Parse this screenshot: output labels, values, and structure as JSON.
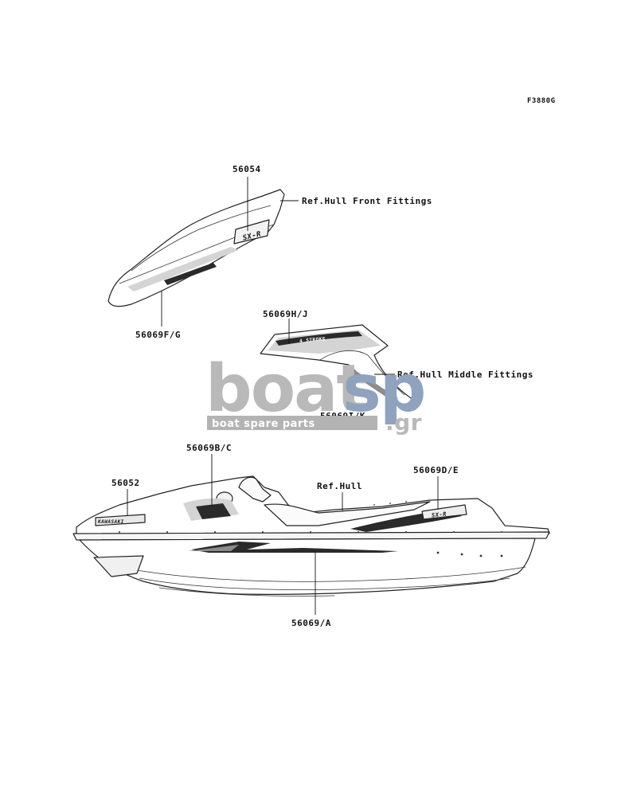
{
  "diagram_code": "F3880G",
  "labels": {
    "p56054": "56054",
    "ref_front": "Ref.Hull Front Fittings",
    "p56069fg": "56069F/G",
    "p56069hj": "56069H/J",
    "ref_middle": "Ref.Hull Middle Fittings",
    "p56069ik": "56069I/K",
    "p56069bc": "56069B/C",
    "p56052": "56052",
    "ref_hull": "Ref.Hull",
    "p56069de": "56069D/E",
    "p56069a": "56069/A"
  },
  "watermark": {
    "brand": "boat",
    "brand_accent": "sp",
    "tagline": "boat spare parts",
    "tld": ".gr"
  },
  "decal_texts": {
    "front_decal": "SX-R",
    "middle_decal": "4 STROKE",
    "rear_decal": "SX-R",
    "brand_decal": "KAWASAKI"
  }
}
